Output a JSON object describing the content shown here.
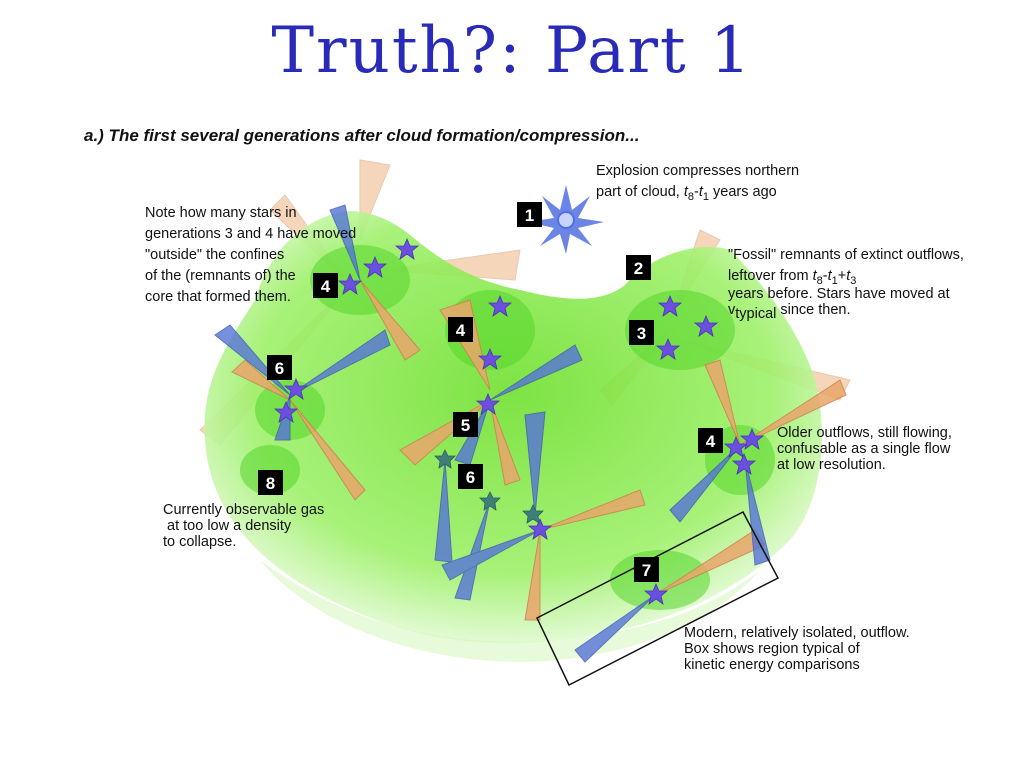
{
  "slide": {
    "title": "Truth?: Part 1",
    "subtitle": "a.) The first several generations after cloud formation/compression..."
  },
  "annotations": {
    "explosion": {
      "line1": "Explosion compresses northern",
      "line2_pre": "part of cloud, ",
      "t8": "t",
      "t8_sub": "8",
      "dash": "-",
      "t1": "t",
      "t1_sub": "1",
      "line2_post": " years ago"
    },
    "note_stars": {
      "lines": [
        "Note how many stars in",
        "generations 3 and 4 have moved",
        "\"outside\" the confines",
        "of the (remnants of) the",
        "core that formed them."
      ]
    },
    "fossil": {
      "line1": "\"Fossil\" remnants of extinct outflows,",
      "line2_pre": "leftover from  ",
      "t": "t",
      "sub8": "8",
      "minus": "-",
      "sub1": "1",
      "plus": "+",
      "sub3": "3",
      "line3": "years before.  Stars have moved at",
      "v": "v",
      "v_sub": "typical",
      "line4_post": " since then."
    },
    "older": {
      "lines": [
        "Older outflows, still flowing,",
        "confusable as a single flow",
        "at low resolution."
      ]
    },
    "current_gas": {
      "lines": [
        "Currently observable gas",
        " at too low a density",
        "to collapse."
      ]
    },
    "modern": {
      "lines": [
        "Modern, relatively isolated, outflow.",
        "Box shows region typical of",
        "kinetic energy comparisons"
      ]
    }
  },
  "badges": [
    "1",
    "2",
    "3",
    "4",
    "4",
    "4",
    "6",
    "5",
    "6",
    "8",
    "7"
  ],
  "colors": {
    "cloud": "#7ae23c",
    "old_lobe": "#e9a66b",
    "blue_lobe": "#5574d8",
    "star": "#6a4fe0",
    "title": "#2a2ab8"
  }
}
